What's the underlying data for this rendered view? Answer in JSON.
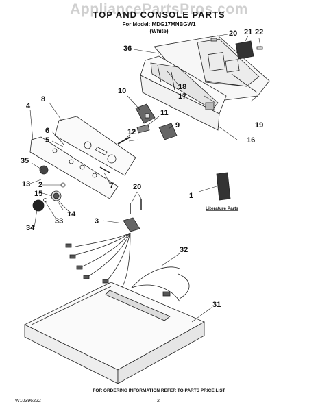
{
  "watermark": "AppliancePartsPros.com",
  "header": {
    "title": "TOP AND CONSOLE PARTS",
    "model": "For Model: MDG17MNBGW1",
    "color": "(White)"
  },
  "callouts": [
    "1",
    "2",
    "3",
    "4",
    "5",
    "6",
    "7",
    "8",
    "9",
    "10",
    "11",
    "12",
    "13",
    "14",
    "15",
    "16",
    "17",
    "18",
    "19",
    "20",
    "20",
    "21",
    "22",
    "31",
    "32",
    "33",
    "34",
    "35",
    "36"
  ],
  "literature_label": "Literature Parts",
  "footer": {
    "note": "FOR ORDERING INFORMATION REFER TO PARTS PRICE LIST",
    "doc_id": "W10396222",
    "page": "2"
  }
}
